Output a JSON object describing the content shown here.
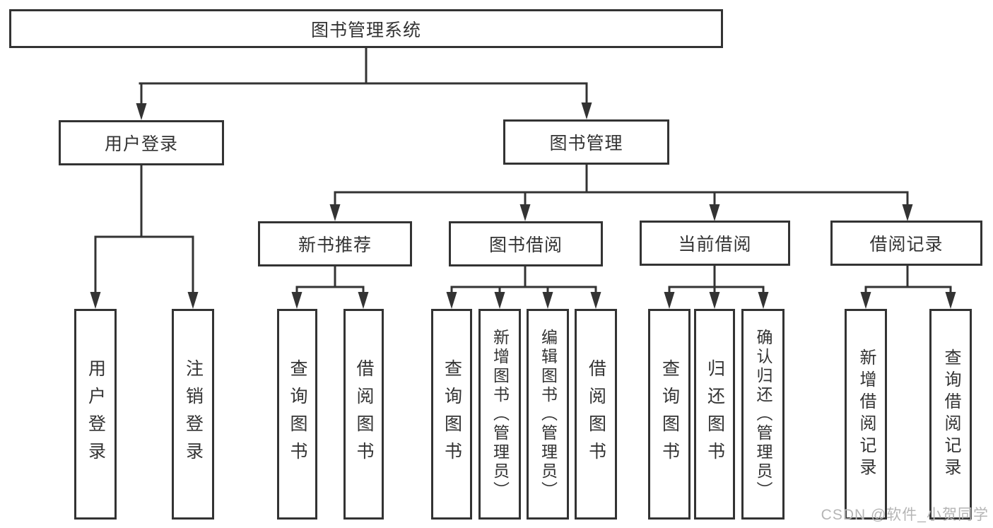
{
  "root": {
    "label": "图书管理系统"
  },
  "branches": {
    "user_login": {
      "label": "用户登录"
    },
    "book_mgmt": {
      "label": "图书管理"
    },
    "new_books": {
      "label": "新书推荐"
    },
    "book_borrow": {
      "label": "图书借阅"
    },
    "current_borrow": {
      "label": "当前借阅"
    },
    "borrow_records": {
      "label": "借阅记录"
    }
  },
  "leaves": [
    {
      "label": "用户登录"
    },
    {
      "label": "注销登录"
    },
    {
      "label": "查询图书"
    },
    {
      "label": "借阅图书"
    },
    {
      "label": "查询图书"
    },
    {
      "label": "新增图书（管理员）"
    },
    {
      "label": "编辑图书（管理员）"
    },
    {
      "label": "借阅图书"
    },
    {
      "label": "查询图书"
    },
    {
      "label": "归还图书"
    },
    {
      "label": "确认归还（管理员）"
    },
    {
      "label": "新增借阅记录"
    },
    {
      "label": "查询借阅记录"
    }
  ],
  "watermark": {
    "text": "CSDN @软件_小贺同学"
  },
  "colors": {
    "line": "#333333",
    "text": "#333333",
    "background": "#ffffff",
    "watermark": "#b5b5b5"
  }
}
